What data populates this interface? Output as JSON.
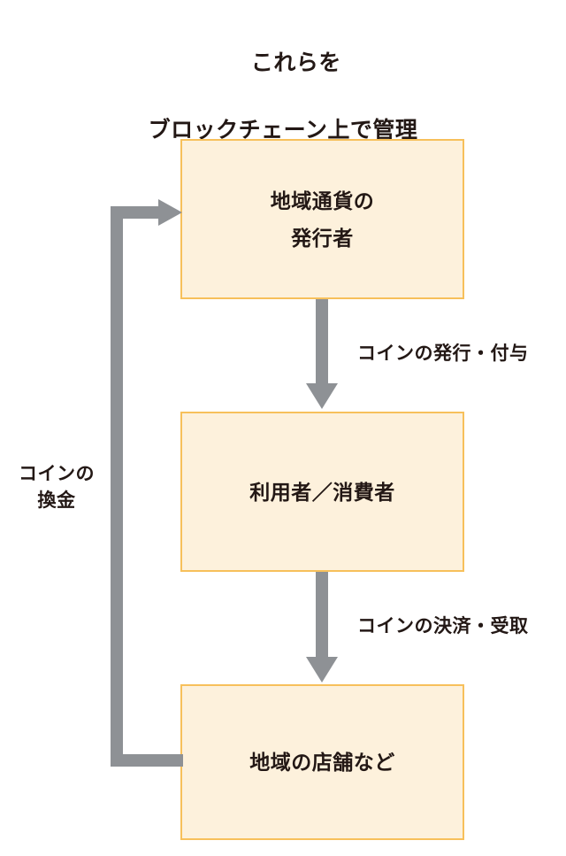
{
  "title": {
    "line1": "これらを",
    "line2": "ブロックチェーン上で管理"
  },
  "nodes": [
    {
      "id": "issuer",
      "label": "地域通貨の\n発行者"
    },
    {
      "id": "consumer",
      "label": "利用者／消費者"
    },
    {
      "id": "store",
      "label": "地域の店舗など"
    }
  ],
  "edges": [
    {
      "id": "issue",
      "label": "コインの発行・付与",
      "from": "issuer",
      "to": "consumer",
      "direction": "down"
    },
    {
      "id": "payment",
      "label": "コインの決済・受取",
      "from": "consumer",
      "to": "store",
      "direction": "down"
    },
    {
      "id": "redeem",
      "label": "コインの\n換金",
      "from": "store",
      "to": "issuer",
      "direction": "elbow-left-up"
    }
  ],
  "colors": {
    "box_fill": "#FDF1DC",
    "box_border": "#F7C05B",
    "arrow": "#8E9195",
    "text": "#231815",
    "background": "#FFFFFF"
  }
}
